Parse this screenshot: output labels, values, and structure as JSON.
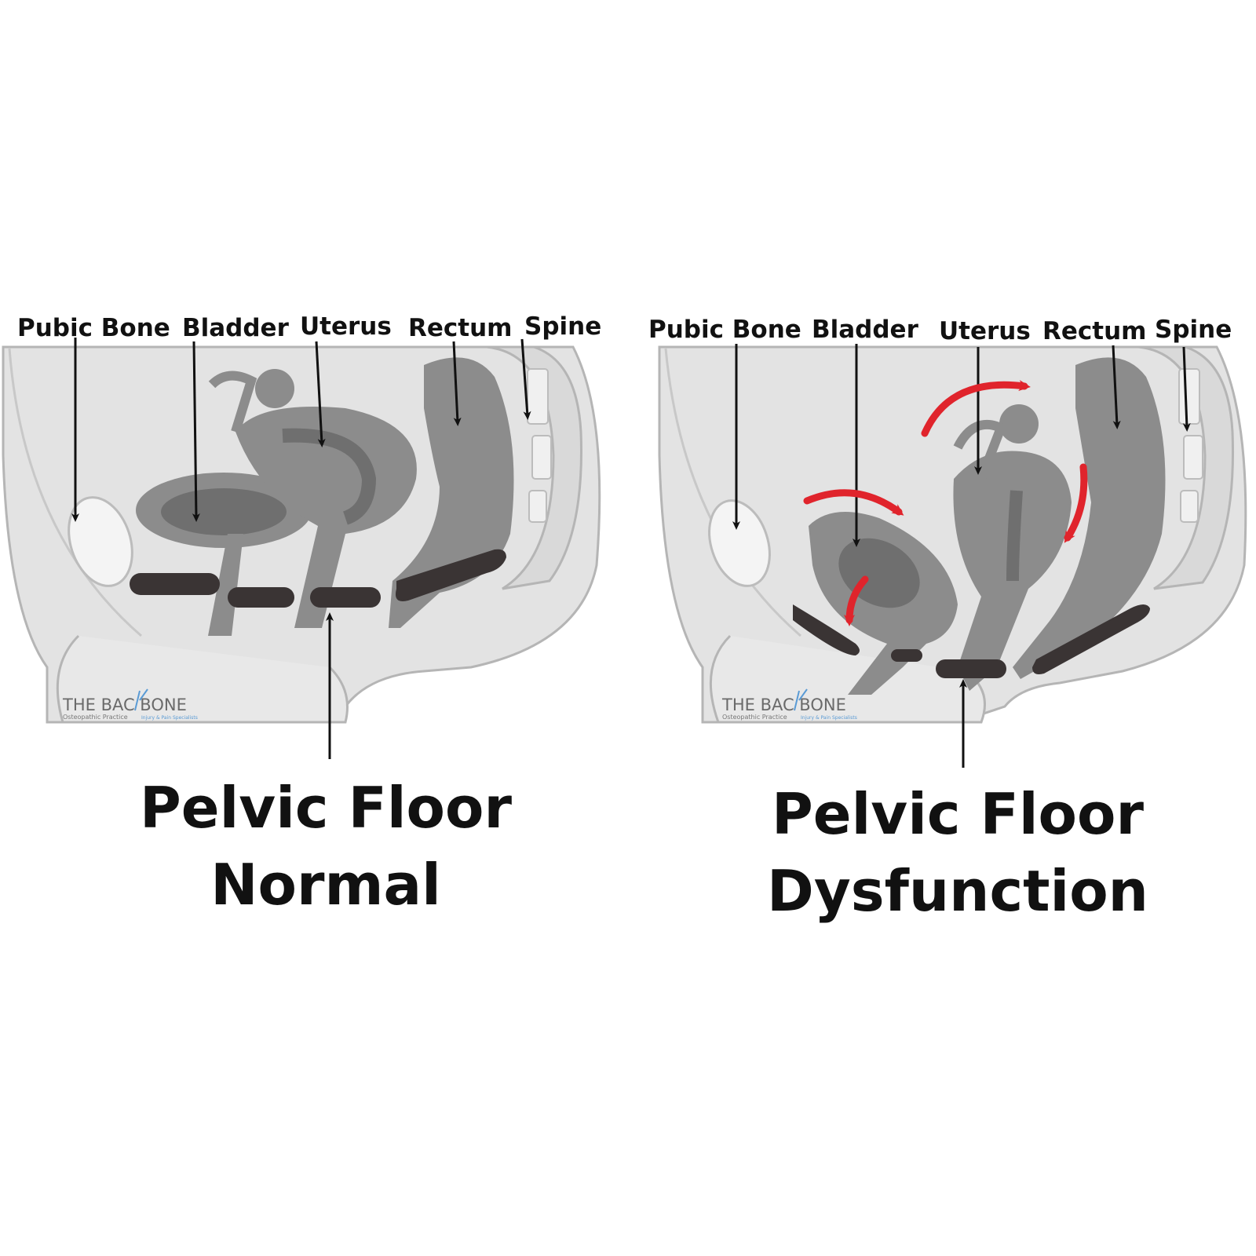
{
  "normal": {
    "labels": {
      "pubic_bone": "Pubic Bone",
      "bladder": "Bladder",
      "uterus": "Uterus",
      "rectum": "Rectum",
      "spine": "Spine"
    },
    "caption_line1": "Pelvic Floor",
    "caption_line2": "Normal",
    "logo": {
      "main": "THE BAC  BONE",
      "sub": "Osteopathic Practice",
      "tag": "Injury & Pain Specialists"
    }
  },
  "dysfunction": {
    "labels": {
      "pubic_bone": "Pubic Bone",
      "bladder": "Bladder",
      "uterus": "Uterus",
      "rectum": "Rectum",
      "spine": "Spine"
    },
    "caption_line1": "Pelvic Floor",
    "caption_line2": "Dysfunction",
    "logo": {
      "main": "THE BAC  BONE",
      "sub": "Osteopathic Practice",
      "tag": "Injury & Pain Specialists"
    }
  },
  "colors": {
    "body_fill": "#e3e3e3",
    "outline": "#b5b5b5",
    "organ": "#8c8c8c",
    "organ_dark": "#6f6f6f",
    "muscle": "#3a3434",
    "arrow": "#111111",
    "displacement_arrow": "#e0242c",
    "logo_accent": "#5a9bd5"
  }
}
